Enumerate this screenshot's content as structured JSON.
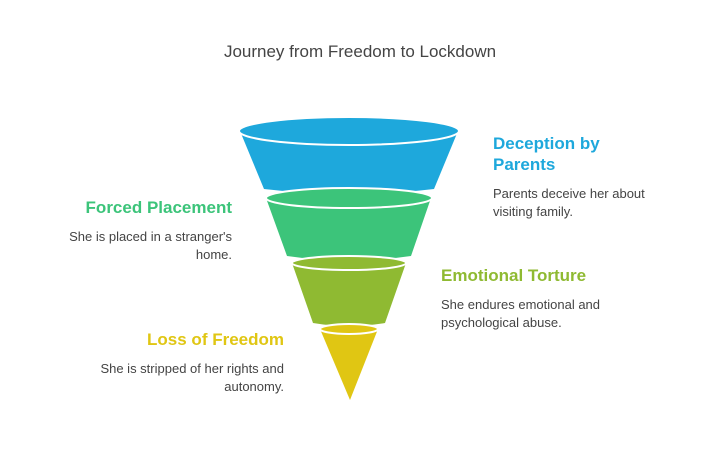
{
  "title": "Journey from Freedom to Lockdown",
  "stages": [
    {
      "heading": "Deception by Parents",
      "description": "Parents deceive her about visiting family.",
      "color": "#1ea8dc"
    },
    {
      "heading": "Forced Placement",
      "description": "She is placed in a stranger's home.",
      "color": "#3cc47a"
    },
    {
      "heading": "Emotional Torture",
      "description": "She endures emotional and psychological abuse.",
      "color": "#8fba32"
    },
    {
      "heading": "Loss of Freedom",
      "description": "She is stripped of her rights and autonomy.",
      "color": "#e0c613"
    }
  ]
}
